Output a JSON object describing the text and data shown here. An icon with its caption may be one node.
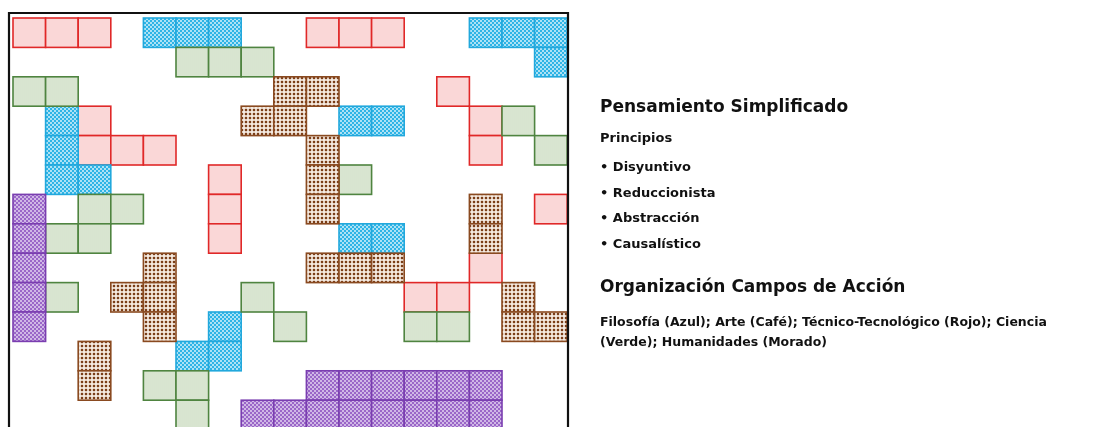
{
  "diagram": {
    "title": "Pensamiento Simplificado",
    "labels": [
      "Principios",
      "• Disyuntivo",
      "• Reduccionista",
      "• Abstracción",
      "• Causalístico",
      "Organización Campos de Acción",
      "Filosofía (Azul); Arte (Café); Técnico-Tecnológico (Rojo); Ciencia (Verde); Humanidades (Morado)"
    ]
  }
}
